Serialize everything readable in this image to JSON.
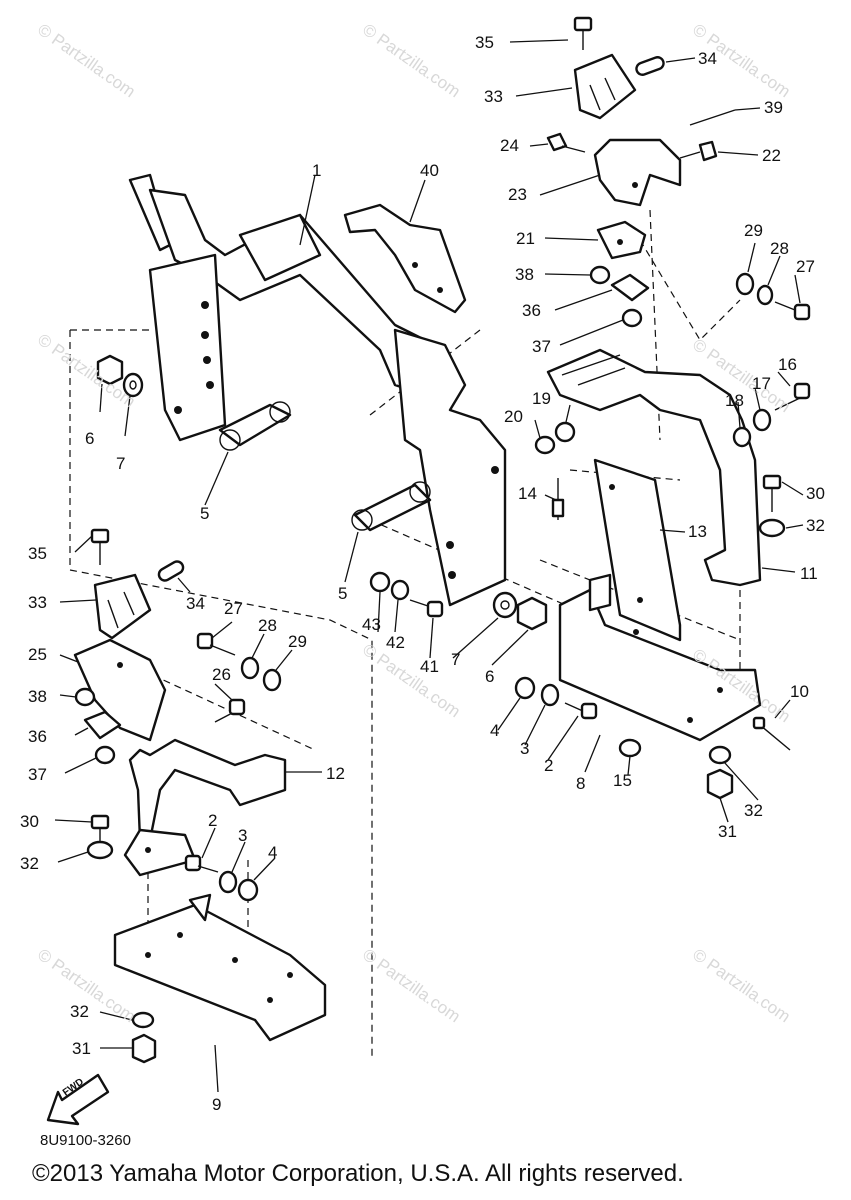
{
  "diagram": {
    "callouts": [
      "35",
      "34",
      "33",
      "39",
      "24",
      "22",
      "23",
      "40",
      "1",
      "21",
      "29",
      "28",
      "27",
      "38",
      "36",
      "37",
      "16",
      "17",
      "6",
      "7",
      "5",
      "20",
      "19",
      "18",
      "14",
      "30",
      "13",
      "32",
      "11",
      "35",
      "33",
      "34",
      "27",
      "28",
      "29",
      "5",
      "43",
      "42",
      "41",
      "7",
      "6",
      "25",
      "26",
      "38",
      "36",
      "4",
      "3",
      "2",
      "8",
      "10",
      "12",
      "37",
      "15",
      "30",
      "32",
      "31",
      "32",
      "2",
      "3",
      "4",
      "32",
      "31",
      "9"
    ],
    "watermark": "© Partzilla.com",
    "forward_label": "FWD",
    "diagram_code": "8U9100-3260",
    "copyright": "©2013  Yamaha Motor Corporation, U.S.A. All rights reserved."
  }
}
